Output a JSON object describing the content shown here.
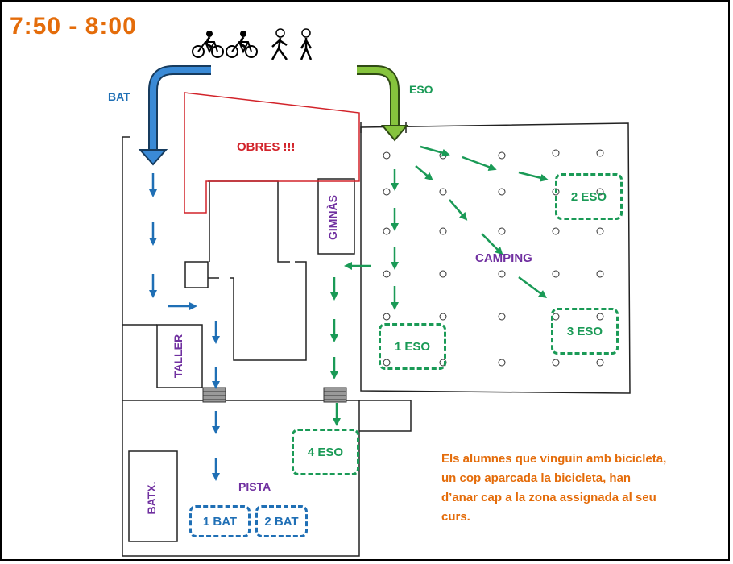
{
  "header": {
    "time": "7:50  -  8:00"
  },
  "icons": [
    "bicycle-icon",
    "bicycle-icon",
    "pedestrian-icon",
    "pedestrian-icon"
  ],
  "labels": {
    "bat": "BAT",
    "eso": "ESO",
    "obres": "OBRES !!!",
    "gimnas": "GIMNÀS",
    "camping": "CAMPING",
    "taller": "TALLER",
    "pista": "PISTA",
    "batx": "BATX."
  },
  "zones": {
    "eso2": "2 ESO",
    "eso1": "1 ESO",
    "eso3": "3 ESO",
    "eso4": "4 ESO",
    "bat1": "1 BAT",
    "bat2": "2 BAT"
  },
  "note": {
    "lines": [
      "Els alumnes que vinguin amb bicicleta,",
      "un cop aparcada la bicicleta, han",
      "d’anar cap a la zona assignada al seu",
      "curs."
    ]
  },
  "colors": {
    "bat_route": "#1f6fb5",
    "eso_route": "#1a9a56",
    "works": "#d2232a",
    "labels": "#7030a0",
    "time": "#e46c0a"
  }
}
